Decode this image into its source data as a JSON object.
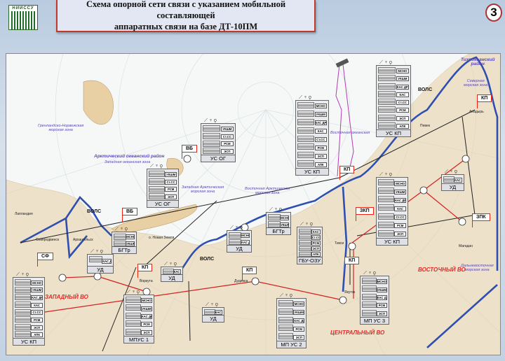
{
  "header": {
    "title": "Схема опорной сети связи с указанием мобильной составляющей\nаппаратных связи на базе ДТ-10ПМ",
    "logo_text": "НИИССУ",
    "page_number": "3"
  },
  "colors": {
    "regions": "#e02a2a",
    "volc_line": "#2f4fb0",
    "link_red": "#d42020",
    "link_black": "#222222",
    "satellite_link": "#b23bb5",
    "land": "#e8cfa4",
    "sea_label": "#5a49b8"
  },
  "stations": [
    {
      "label": "УС ОГ",
      "items": [
        "УКШМ",
        "Ст.СС",
        "РСМ",
        "ЭСП"
      ]
    },
    {
      "label": "УС ОГ",
      "items": [
        "УКШМ",
        "Ст.СС",
        "РСМ",
        "ЭСП"
      ]
    },
    {
      "label": "УС КП",
      "items": [
        "МСНО",
        "УКШМ",
        "КАС ДР",
        "КАС",
        "Ст.СС",
        "РСМ",
        "ЭСП",
        "АПК"
      ]
    },
    {
      "label": "УС КП",
      "items": [
        "МСНО",
        "УКШМ",
        "КАС ДР",
        "КАС",
        "Ст.СС",
        "РСМ",
        "ЭСП",
        "АПК"
      ]
    },
    {
      "label": "УС КП",
      "items": [
        "МСНО",
        "УКШМ",
        "КАС ДР",
        "КАС",
        "Ст.СС",
        "РСМ",
        "ЭСП"
      ]
    },
    {
      "label": "УС КП",
      "items": [
        "МСНО",
        "УКШМ",
        "КАС ДР",
        "КАС",
        "Ст.СС",
        "РСМ",
        "ЭСП",
        "АПК"
      ]
    },
    {
      "label": "МПУС 1",
      "items": [
        "МСНО",
        "УКШМ",
        "КАС ДР",
        "РСМ",
        "ЭСП"
      ]
    },
    {
      "label": "МП УС 2",
      "items": [
        "МСНО",
        "УКШМ",
        "КАС ДР",
        "РСМ",
        "ЭСП"
      ]
    },
    {
      "label": "МП УС 3",
      "items": [
        "МСНО",
        "УКШМ",
        "КАС ДР",
        "РСМ",
        "ЭСП"
      ]
    },
    {
      "label": "ГБУ-ОЗУ",
      "items": [
        "КАС",
        "Ст.СС",
        "РСМ",
        "ЭСП",
        "АПК"
      ]
    },
    {
      "label": "БГТр",
      "items": [
        "МСНО",
        "УКШМ"
      ]
    },
    {
      "label": "БГТр",
      "items": [
        "МСНО",
        "УКШМ"
      ]
    },
    {
      "label": "УД",
      "items": [
        "КАС ДР"
      ]
    },
    {
      "label": "УД",
      "items": [
        "МСНО",
        "КАС ДР"
      ]
    },
    {
      "label": "УД",
      "items": [
        "КАС ДР"
      ]
    },
    {
      "label": "УД",
      "items": [
        "КАС ДР"
      ]
    },
    {
      "label": "УД",
      "items": [
        "КАС ДР"
      ]
    }
  ],
  "flags": [
    "ВБ",
    "ВБ",
    "СФ",
    "КП",
    "КП",
    "КП",
    "ЗКП",
    "КП",
    "ЗПК",
    "КП"
  ],
  "regions": [
    "ЗАПАДНЫЙ ВО",
    "ЦЕНТРАЛЬНЫЙ ВО",
    "ВОСТОЧНЫЙ ВО"
  ],
  "volc_labels": [
    "ВОЛС",
    "ВОЛС",
    "ВОЛС"
  ],
  "sea_labels": [
    "Арктический океанский район",
    "Западная океанская зона",
    "Гренландско-Норвежская\nморская зона",
    "Западная Арктическая\nморская зона",
    "Восточная Арктическая\nморская зона",
    "Восточная океанская",
    "Тихоокеанский\nрайон",
    "Северная\nморская зона",
    "Дальневосточная\nморская зона"
  ],
  "places": [
    "Лапландия",
    "Северодвинск",
    "Архангельск",
    "Воркута",
    "о. Новая Земля",
    "Дудинка",
    "Тикси",
    "Певек",
    "Анадырь",
    "Магадан",
    "Якутск"
  ]
}
